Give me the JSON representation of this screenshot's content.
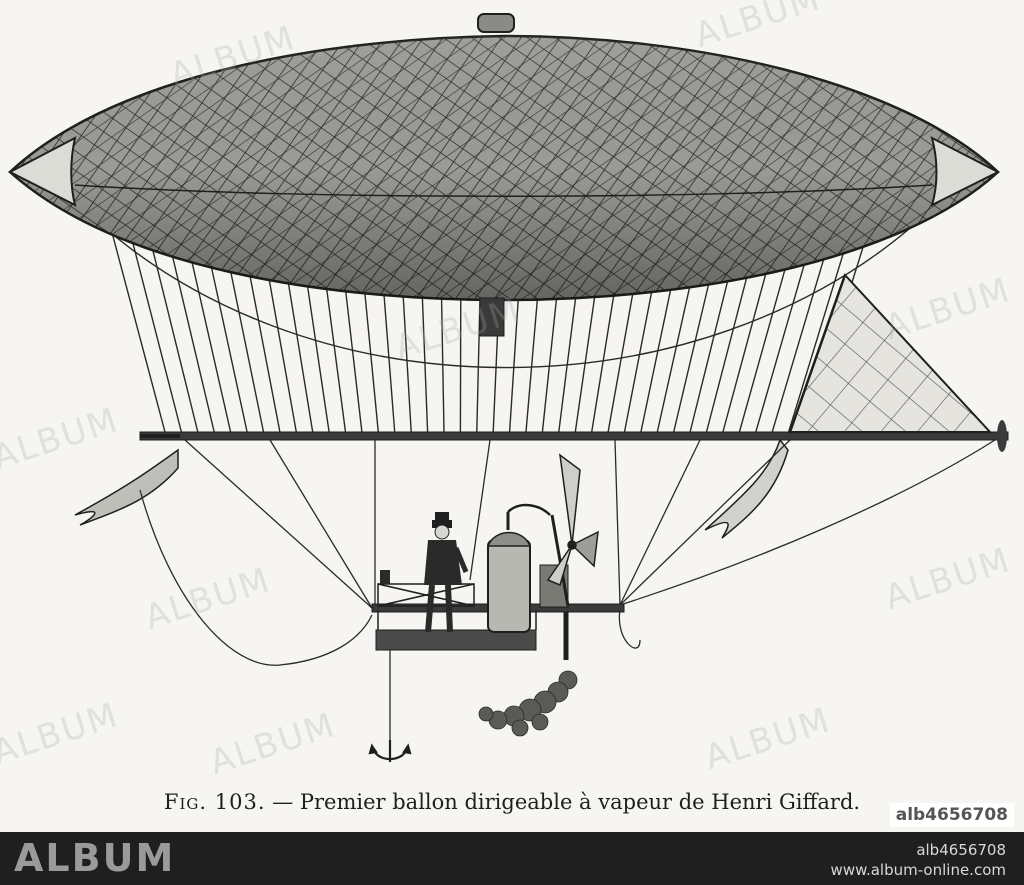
{
  "caption": {
    "fig_label": "Fig. 103.",
    "dash": "—",
    "text": "Premier ballon dirigeable à vapeur de Henri Giffard."
  },
  "watermark": {
    "text": "ALBUM"
  },
  "footer": {
    "logo": "ALBUM",
    "image_id": "alb4656708",
    "website": "www.album-online.com"
  },
  "colors": {
    "ink": "#1f1f1f",
    "paper": "#f6f5f1",
    "footer_bg": "#1f1f1f",
    "watermark": "#aaaaaa"
  }
}
